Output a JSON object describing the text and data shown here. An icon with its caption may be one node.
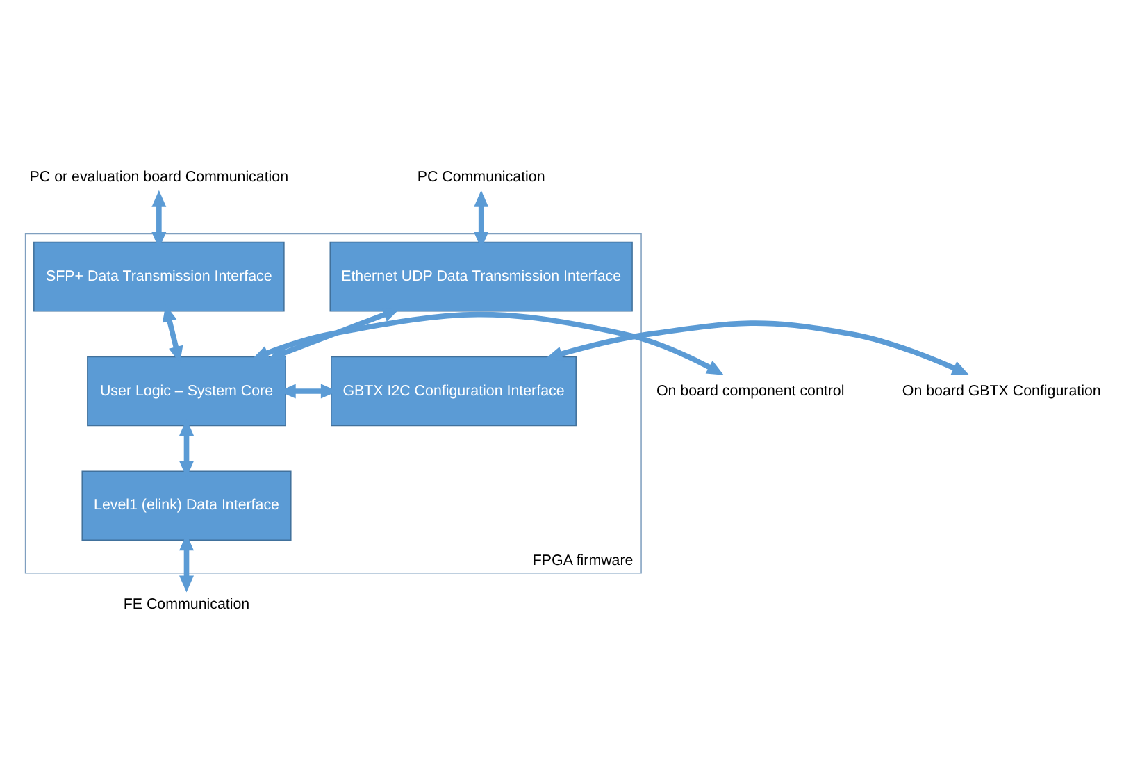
{
  "diagram": {
    "nodes": [
      {
        "text": [
          "FPGA firmware"
        ]
      },
      {
        "text": [
          "SFP+ Data Transmission Interface"
        ],
        "in": 0
      },
      {
        "text": [
          "Ethernet UDP Data Transmission Interface"
        ],
        "in": 0
      },
      {
        "text": [
          "User Logic – System Core"
        ],
        "in": 0
      },
      {
        "text": [
          "GBTX I2C Configuration Interface"
        ],
        "in": 0
      },
      {
        "text": [
          "Level1 (elink) Data Interface"
        ],
        "in": 0
      },
      {
        "text": [
          "PC or evaluation board Communication"
        ]
      },
      {
        "text": [
          "PC Communication"
        ]
      },
      {
        "text": [
          "On board component control"
        ]
      },
      {
        "text": [
          "On board GBTX Configuration"
        ]
      },
      {
        "text": [
          "FE Communication"
        ]
      }
    ],
    "edges": [
      {
        "from": 6,
        "to": 1,
        "arrow": "both"
      },
      {
        "from": 7,
        "to": 2,
        "arrow": "both"
      },
      {
        "from": 1,
        "to": 3,
        "arrow": "both"
      },
      {
        "from": 2,
        "to": 3,
        "arrow": "both"
      },
      {
        "from": 8,
        "to": 3,
        "arrow": "both"
      },
      {
        "from": 3,
        "to": 4,
        "arrow": "both"
      },
      {
        "from": 4,
        "to": 9,
        "arrow": "both"
      },
      {
        "from": 3,
        "to": 5,
        "arrow": "both"
      },
      {
        "from": 5,
        "to": 10,
        "arrow": "both"
      }
    ]
  }
}
